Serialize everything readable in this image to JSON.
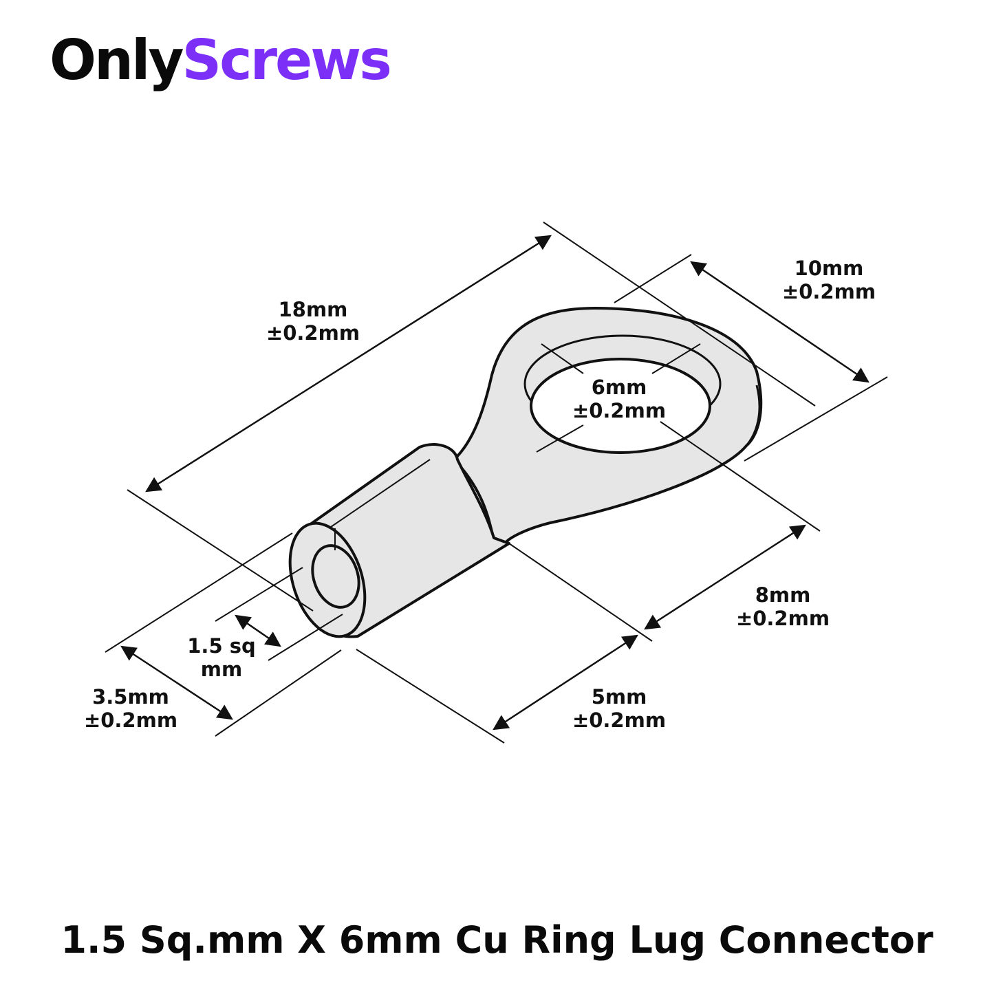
{
  "brand": {
    "part1": "Only",
    "part2": "Screws",
    "color_dark": "#0a0a0a",
    "color_accent": "#7b2ff7"
  },
  "dimensions": {
    "overall_length": {
      "value": "18mm",
      "tolerance": "±0.2mm"
    },
    "ring_outer": {
      "value": "10mm",
      "tolerance": "±0.2mm"
    },
    "stud_hole": {
      "value": "6mm",
      "tolerance": "±0.2mm"
    },
    "ring_width": {
      "value": "8mm",
      "tolerance": "±0.2mm"
    },
    "barrel_length": {
      "value": "5mm",
      "tolerance": "±0.2mm"
    },
    "barrel_diameter": {
      "value": "3.5mm",
      "tolerance": "±0.2mm"
    },
    "wire_size": {
      "line1": "1.5 sq",
      "line2": "mm"
    }
  },
  "colors": {
    "lug_fill": "#e6e6e6",
    "outline": "#111111"
  },
  "product_title": "1.5 Sq.mm X 6mm Cu Ring Lug Connector"
}
